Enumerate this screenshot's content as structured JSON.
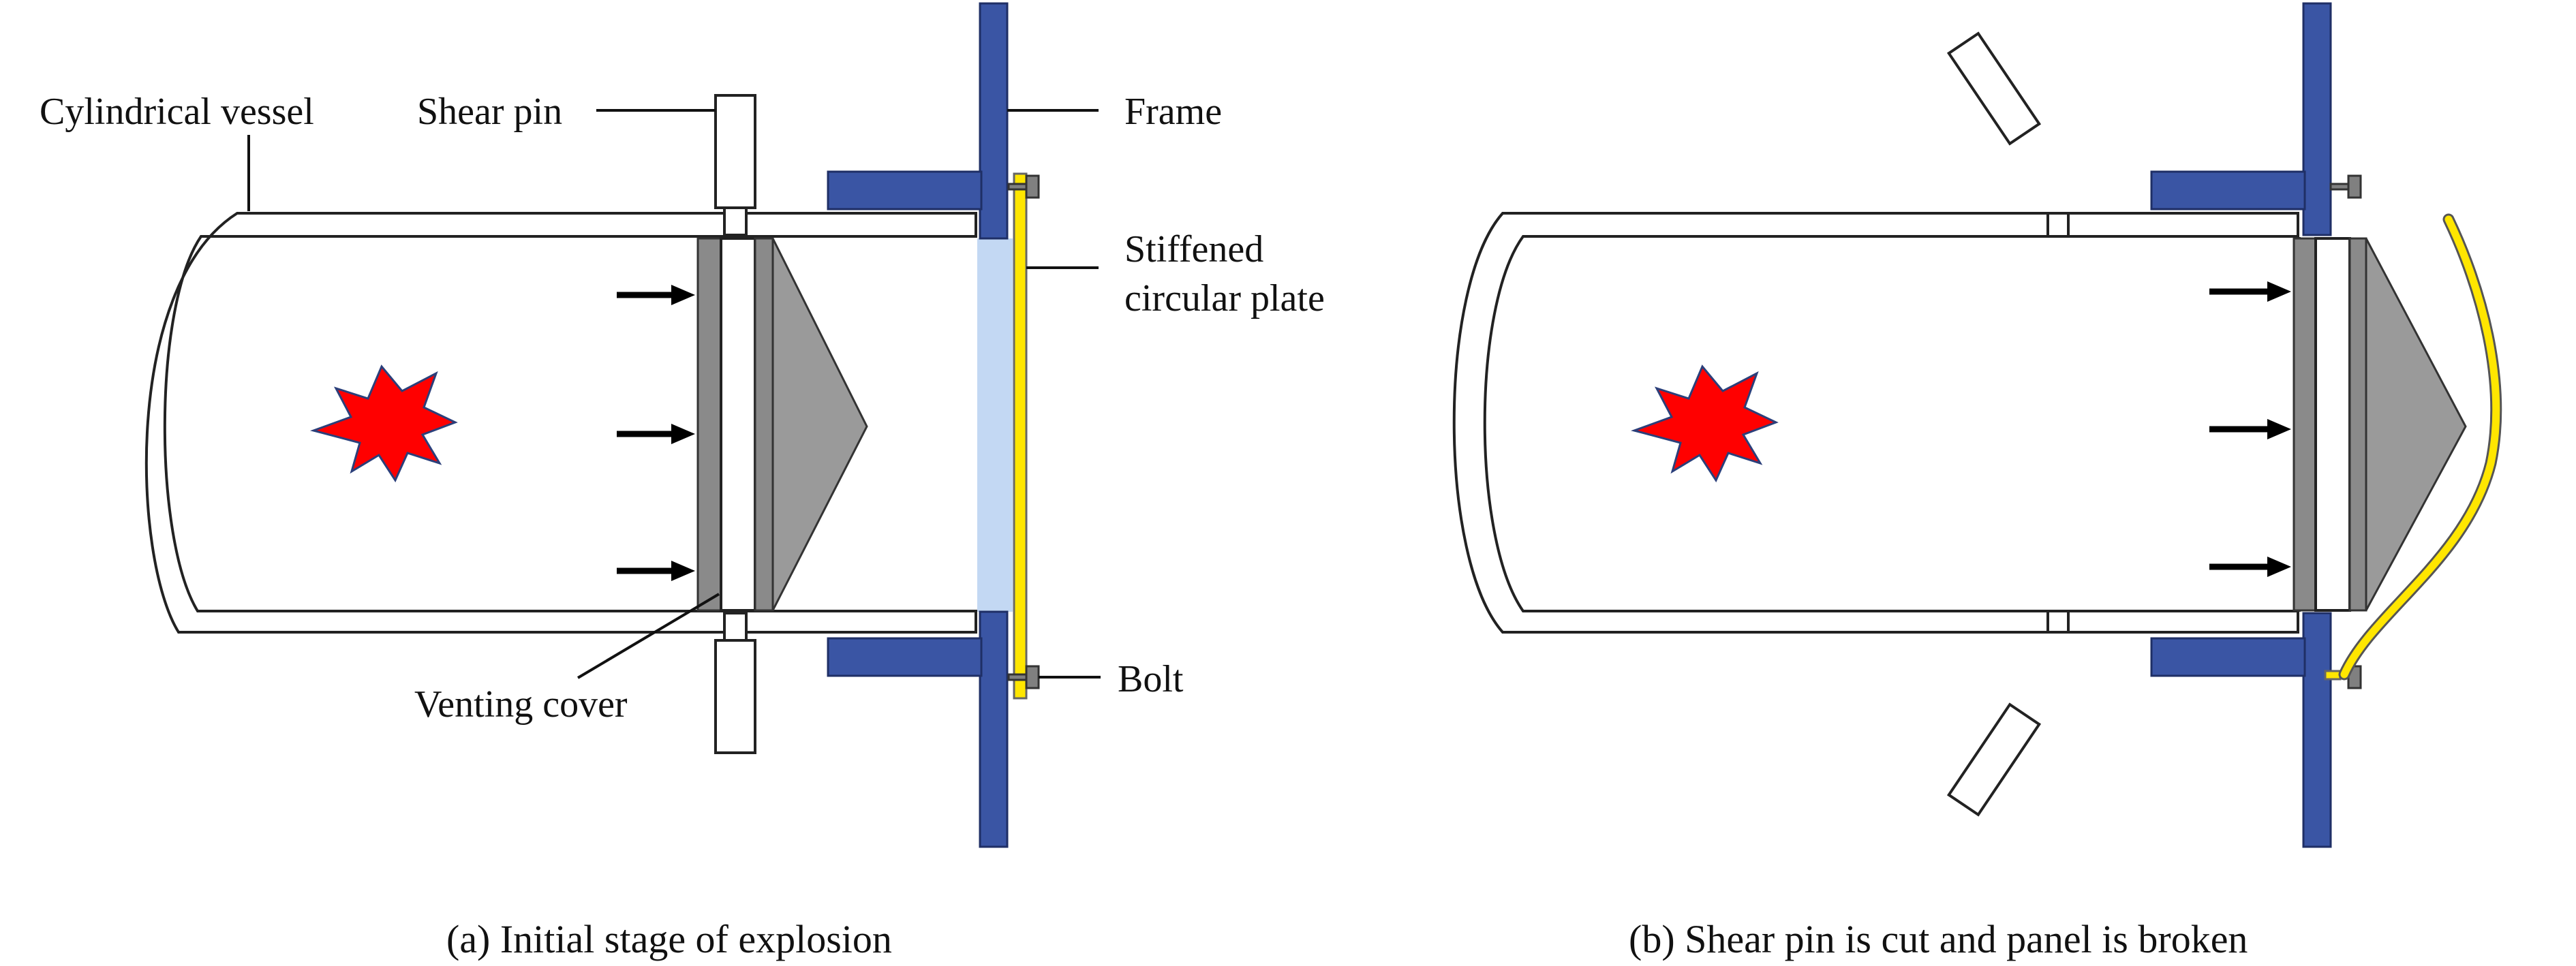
{
  "labels": {
    "cylindrical_vessel": "Cylindrical vessel",
    "shear_pin": "Shear pin",
    "frame": "Frame",
    "stiffened_line1": "Stiffened",
    "stiffened_line2": "circular plate",
    "bolt": "Bolt",
    "venting_cover": "Venting cover"
  },
  "captions": {
    "a": "(a) Initial stage of explosion",
    "b": "(b) Shear pin is cut and panel is broken"
  },
  "colors": {
    "frame": "#3a55a4",
    "plate": "#ffe600",
    "explosion": "#ff0000",
    "vent_zone": "#c3d8f3",
    "cover": "#8a8a8a"
  }
}
